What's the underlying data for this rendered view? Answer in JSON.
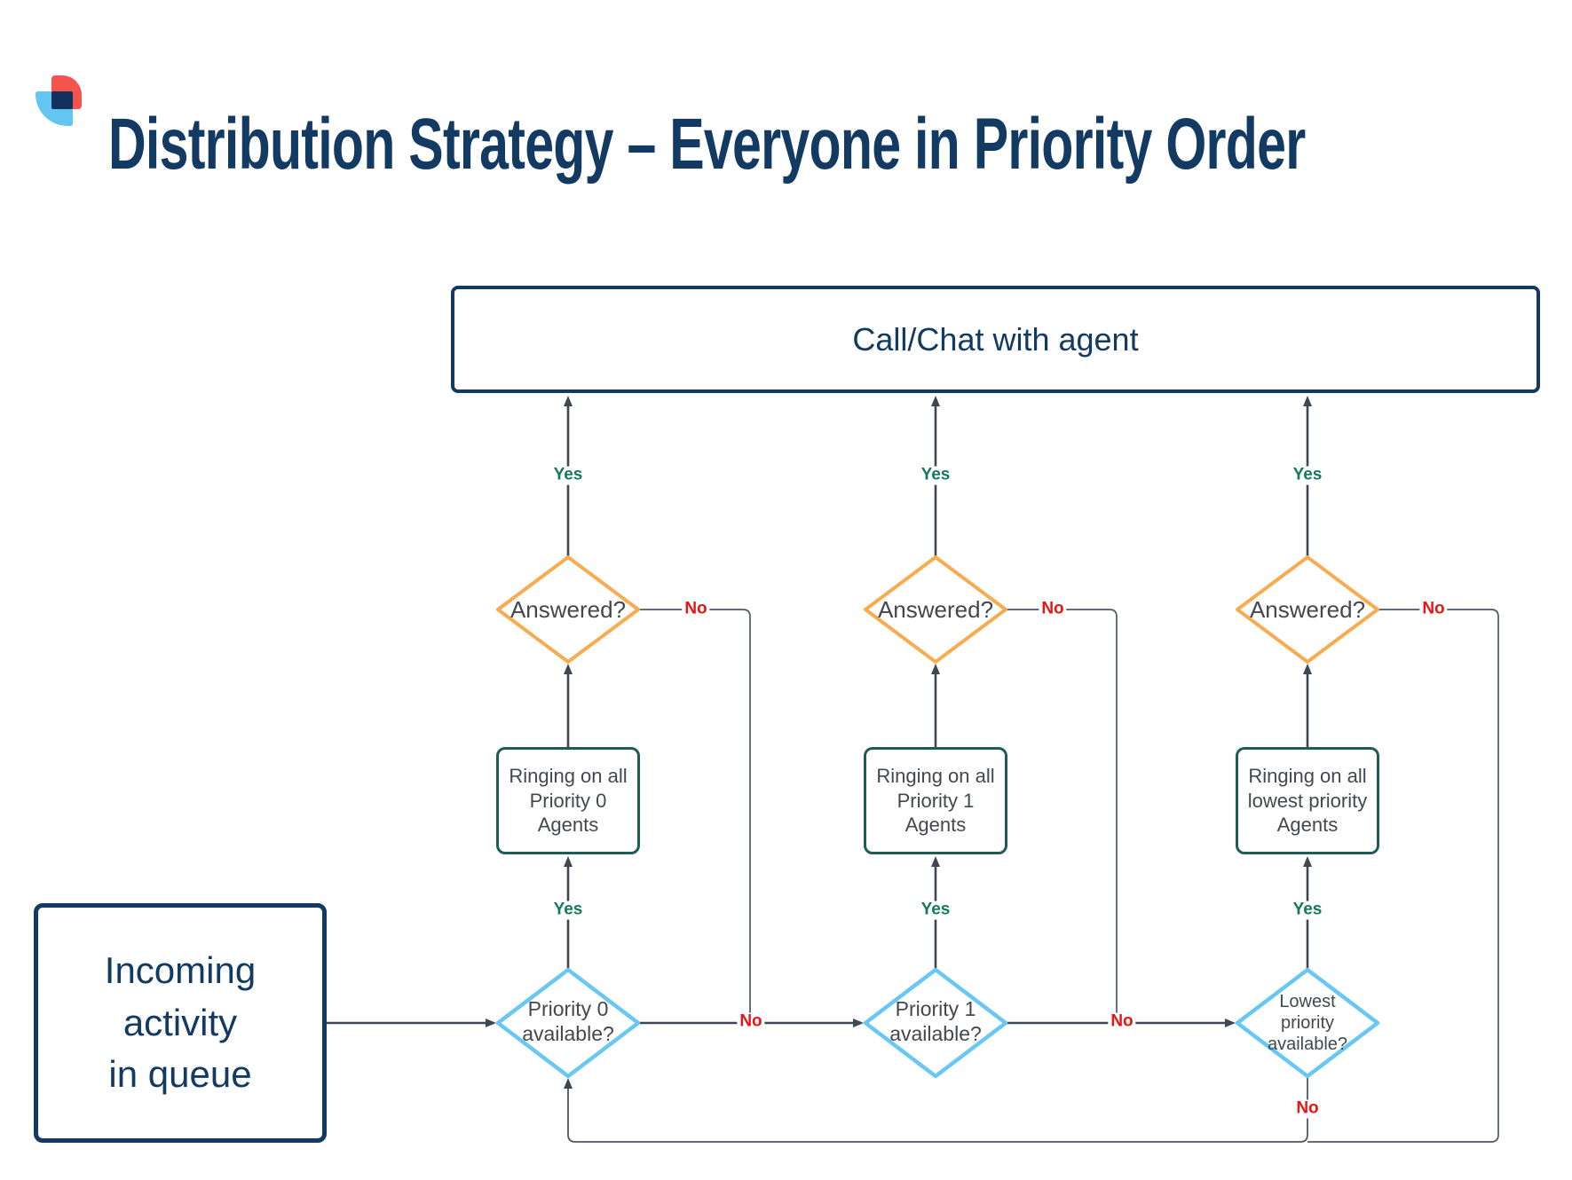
{
  "header": {
    "logo_icon": "brand-logo",
    "title": "Distribution Strategy – Everyone in Priority Order"
  },
  "flow": {
    "call_chat_label": "Call/Chat with agent",
    "incoming_label": "Incoming\nactivity\nin queue",
    "columns": [
      {
        "available": "Priority 0\navailable?",
        "ringing": "Ringing on all\nPriority 0\nAgents",
        "answered": "Answered?"
      },
      {
        "available": "Priority 1\navailable?",
        "ringing": "Ringing on all\nPriority 1\nAgents",
        "answered": "Answered?"
      },
      {
        "available": "Lowest\npriority\navailable?",
        "ringing": "Ringing on all\nlowest priority\nAgents",
        "answered": "Answered?"
      }
    ],
    "edge_labels": {
      "yes": "Yes",
      "no": "No"
    }
  },
  "colors": {
    "navy": "#123A63",
    "answered_diamond_orange": "#F9AC4F",
    "available_diamond_blue": "#69C7F3",
    "ringing_box_teal": "#1F5C55",
    "connector_line": "#3E4752",
    "thin_connector_line": "#4E5865",
    "yes_green": "#15795C",
    "no_red": "#E81515",
    "node_text_gray": "#43484E",
    "logo_red": "#F4544C",
    "logo_blue": "#63C5F1",
    "logo_navy": "#12315E",
    "background": "#FFFFFF"
  }
}
